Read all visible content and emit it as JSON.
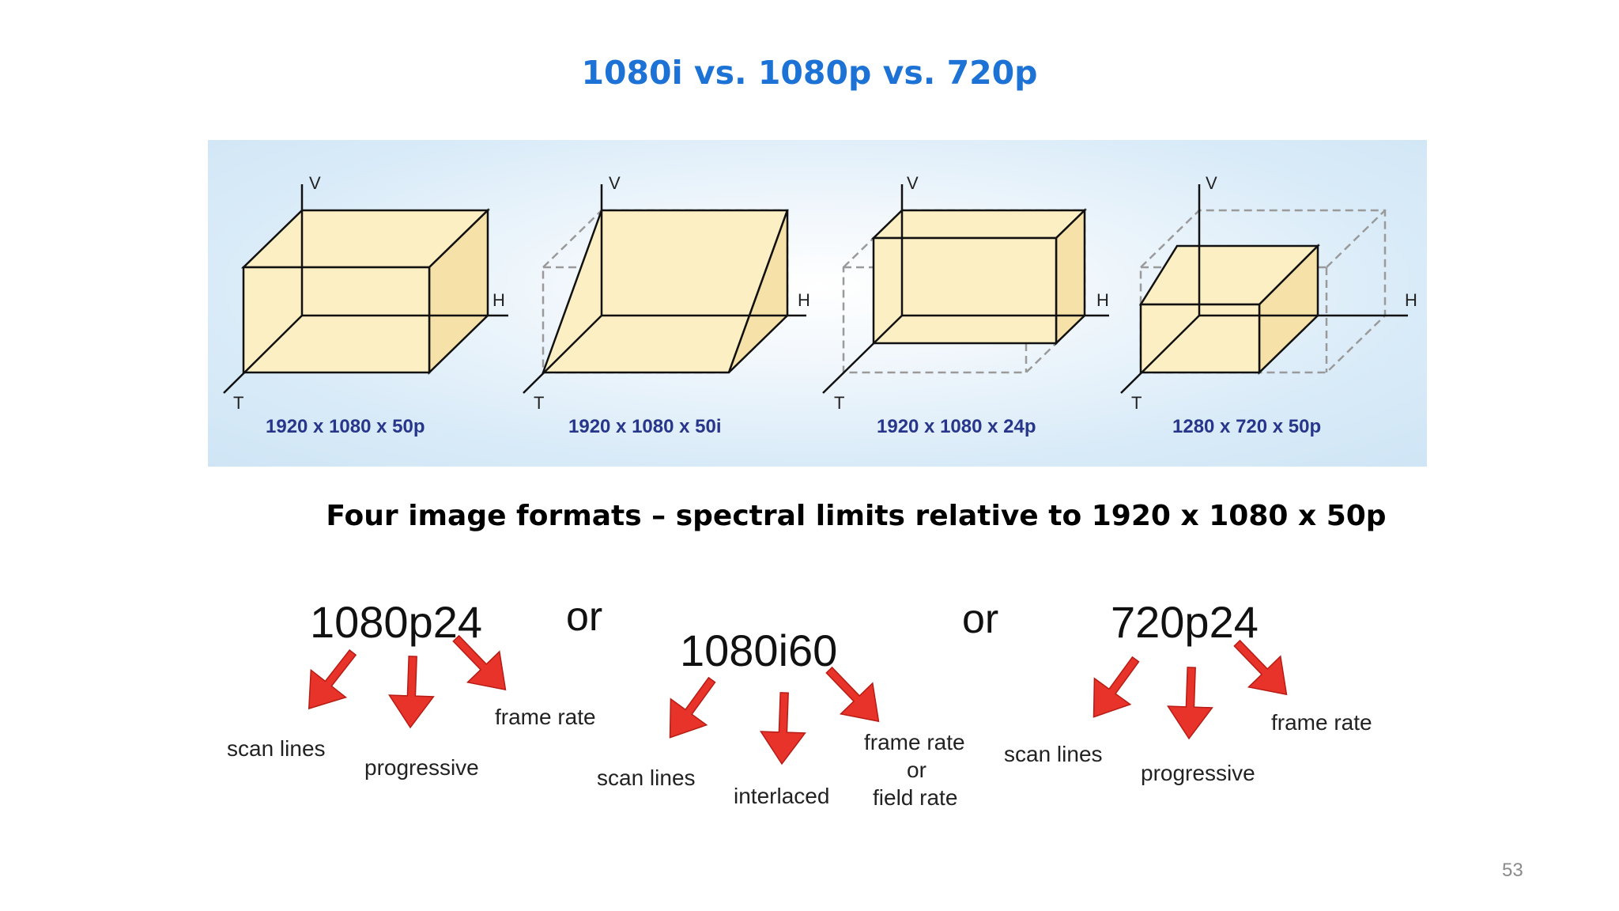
{
  "slide": {
    "title": "1080i vs. 1080p vs. 720p",
    "caption": "Four image formats – spectral limits relative to 1920 x 1080 x 50p",
    "page_number": "53"
  },
  "figure": {
    "axis_labels": {
      "v": "V",
      "h": "H",
      "t": "T"
    },
    "panels": [
      {
        "label": "1920 x 1080 x 50p"
      },
      {
        "label": "1920 x 1080 x 50i"
      },
      {
        "label": "1920 x 1080 x 24p"
      },
      {
        "label": "1280 x 720 x 50p"
      }
    ]
  },
  "formats": [
    {
      "code": "1080p24",
      "labels": [
        "scan lines",
        "progressive",
        "frame rate"
      ]
    },
    {
      "code": "1080i60",
      "labels": [
        "scan lines",
        "interlaced",
        "frame rate",
        "or",
        "field rate"
      ]
    },
    {
      "code": "720p24",
      "labels": [
        "scan lines",
        "progressive",
        "frame rate"
      ]
    }
  ],
  "connectors": [
    "or",
    "or"
  ],
  "colors": {
    "title": "#1d72d6",
    "box_fill": "#fcefc4",
    "arrow": "#e8332a",
    "dim_label": "#27368a"
  }
}
